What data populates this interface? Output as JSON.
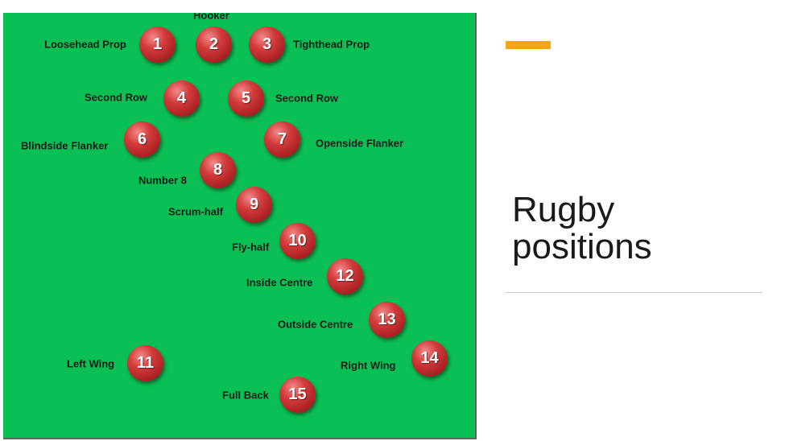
{
  "slide": {
    "title_line1": "Rugby",
    "title_line2": "positions",
    "accent_color": "#f2a516",
    "field_color": "#0abf53"
  },
  "players": [
    {
      "number": "1",
      "label": "Loosehead Prop"
    },
    {
      "number": "2",
      "label": "Hooker"
    },
    {
      "number": "3",
      "label": "Tighthead Prop"
    },
    {
      "number": "4",
      "label": "Second Row"
    },
    {
      "number": "5",
      "label": "Second Row"
    },
    {
      "number": "6",
      "label": "Blindside Flanker"
    },
    {
      "number": "7",
      "label": "Openside Flanker"
    },
    {
      "number": "8",
      "label": "Number 8"
    },
    {
      "number": "9",
      "label": "Scrum-half"
    },
    {
      "number": "10",
      "label": "Fly-half"
    },
    {
      "number": "12",
      "label": "Inside Centre"
    },
    {
      "number": "13",
      "label": "Outside Centre"
    },
    {
      "number": "11",
      "label": "Left Wing"
    },
    {
      "number": "14",
      "label": "Right Wing"
    },
    {
      "number": "15",
      "label": "Full Back"
    }
  ]
}
